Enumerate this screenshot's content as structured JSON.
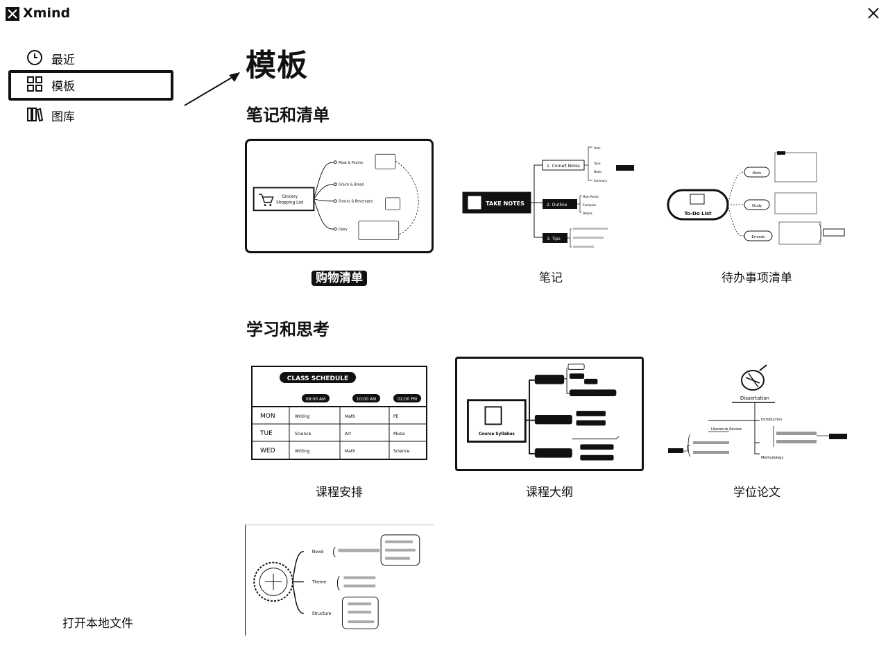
{
  "app": {
    "title": "Xmind"
  },
  "sidebar": {
    "items": [
      {
        "label": "最近",
        "icon": "clock-icon"
      },
      {
        "label": "模板",
        "icon": "grid-icon",
        "active": true
      },
      {
        "label": "图库",
        "icon": "library-icon"
      }
    ],
    "open_local": "打开本地文件"
  },
  "main": {
    "title": "模板",
    "sections": [
      {
        "title": "笔记和清单",
        "templates": [
          {
            "label": "购物清单",
            "selected": true
          },
          {
            "label": "笔记"
          },
          {
            "label": "待办事项清单"
          }
        ]
      },
      {
        "title": "学习和思考",
        "templates": [
          {
            "label": "课程安排"
          },
          {
            "label": "课程大纲"
          },
          {
            "label": "学位论文"
          }
        ]
      }
    ]
  },
  "thumbs": {
    "shopping": {
      "center": [
        "Grocery",
        "Shopping List"
      ],
      "branches": [
        "Meat & Poultry",
        "Grains & Bread",
        "Snacks & Beverages",
        "Dairy"
      ]
    },
    "notes": {
      "center": "TAKE NOTES",
      "branches": [
        "1. Cornell Notes",
        "2. Outline",
        "3. Tips"
      ],
      "leaves": [
        "Date",
        "Topic",
        "Notes",
        "Summary",
        "Main Points",
        "Examples",
        "Details"
      ]
    },
    "todo": {
      "center": "To-Do List",
      "branches": [
        "Work",
        "Study",
        "Errands"
      ]
    },
    "schedule": {
      "title": "CLASS SCHEDULE",
      "times": [
        "08:00 AM",
        "10:00 AM",
        "02:00 PM"
      ],
      "rows": [
        {
          "day": "MON",
          "cells": [
            "Writing",
            "Math",
            "PE"
          ]
        },
        {
          "day": "TUE",
          "cells": [
            "Science",
            "Art",
            "Music"
          ]
        },
        {
          "day": "WED",
          "cells": [
            "Writing",
            "Math",
            "Science"
          ]
        }
      ]
    },
    "syllabus": {
      "center": "Course Syllabus"
    },
    "dissertation": {
      "center": "Dissertation",
      "branches": [
        "Literature Review",
        "Introduction",
        "Methodology"
      ]
    },
    "book": {
      "branches": [
        "Novel",
        "Theme",
        "Structure"
      ]
    }
  }
}
